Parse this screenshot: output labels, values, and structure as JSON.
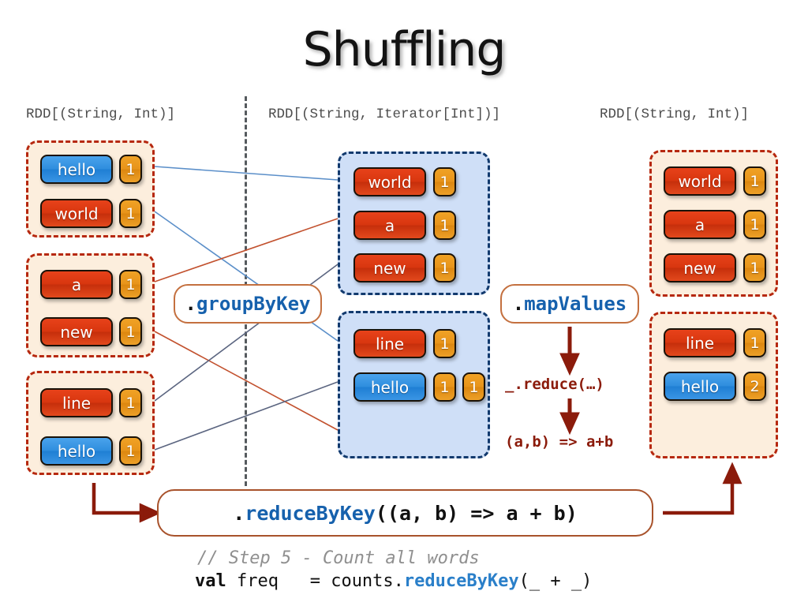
{
  "title": "Shuffling",
  "columns": {
    "left_header": "RDD[(String, Int)]",
    "middle_header": "RDD[(String, Iterator[Int])]",
    "right_header": "RDD[(String, Int)]"
  },
  "colors": {
    "word_red": "#d8360f",
    "word_blue": "#2f8ede",
    "value_orange": "#e8941a",
    "partition_cream_fill": "#fceedd",
    "partition_cream_border": "#b6280f",
    "partition_blue_fill": "#cfdff7",
    "partition_blue_border": "#123a6e",
    "accent_blue_code": "#1661ad",
    "arrow_dark_red": "#8b1b0b",
    "divider_gray": "#555a5e"
  },
  "left_partitions": [
    {
      "name": "left-partition-1",
      "rows": [
        {
          "word": "hello",
          "color": "blue",
          "values": [
            "1"
          ]
        },
        {
          "word": "world",
          "color": "red",
          "values": [
            "1"
          ]
        }
      ]
    },
    {
      "name": "left-partition-2",
      "rows": [
        {
          "word": "a",
          "color": "red",
          "values": [
            "1"
          ]
        },
        {
          "word": "new",
          "color": "red",
          "values": [
            "1"
          ]
        }
      ]
    },
    {
      "name": "left-partition-3",
      "rows": [
        {
          "word": "line",
          "color": "red",
          "values": [
            "1"
          ]
        },
        {
          "word": "hello",
          "color": "blue",
          "values": [
            "1"
          ]
        }
      ]
    }
  ],
  "middle_partitions": [
    {
      "name": "middle-partition-1",
      "rows": [
        {
          "word": "world",
          "color": "red",
          "values": [
            "1"
          ]
        },
        {
          "word": "a",
          "color": "red",
          "values": [
            "1"
          ]
        },
        {
          "word": "new",
          "color": "red",
          "values": [
            "1"
          ]
        }
      ]
    },
    {
      "name": "middle-partition-2",
      "rows": [
        {
          "word": "line",
          "color": "red",
          "values": [
            "1"
          ]
        },
        {
          "word": "hello",
          "color": "blue",
          "values": [
            "1",
            "1"
          ]
        }
      ]
    }
  ],
  "right_partitions": [
    {
      "name": "right-partition-1",
      "rows": [
        {
          "word": "world",
          "color": "red",
          "values": [
            "1"
          ]
        },
        {
          "word": "a",
          "color": "red",
          "values": [
            "1"
          ]
        },
        {
          "word": "new",
          "color": "red",
          "values": [
            "1"
          ]
        }
      ]
    },
    {
      "name": "right-partition-2",
      "rows": [
        {
          "word": "line",
          "color": "red",
          "values": [
            "1"
          ]
        },
        {
          "word": "hello",
          "color": "blue",
          "values": [
            "2"
          ]
        }
      ]
    }
  ],
  "operators": {
    "group_by_key": {
      "dot": ".",
      "fn": "groupByKey"
    },
    "map_values": {
      "dot": ".",
      "fn": "mapValues"
    },
    "reduce_by_key": {
      "dot": ".",
      "fn": "reduceByKey",
      "args": "((a, b) => a + b)"
    }
  },
  "annotations": {
    "reduce": "_.reduce(…)",
    "lambda": "(a,b) => a+b"
  },
  "code": {
    "comment": "// Step 5 - Count all words",
    "keyword": "val",
    "before_fn": " freq   = counts.",
    "fn": "reduceByKey",
    "after_fn": "(_ + _)"
  }
}
